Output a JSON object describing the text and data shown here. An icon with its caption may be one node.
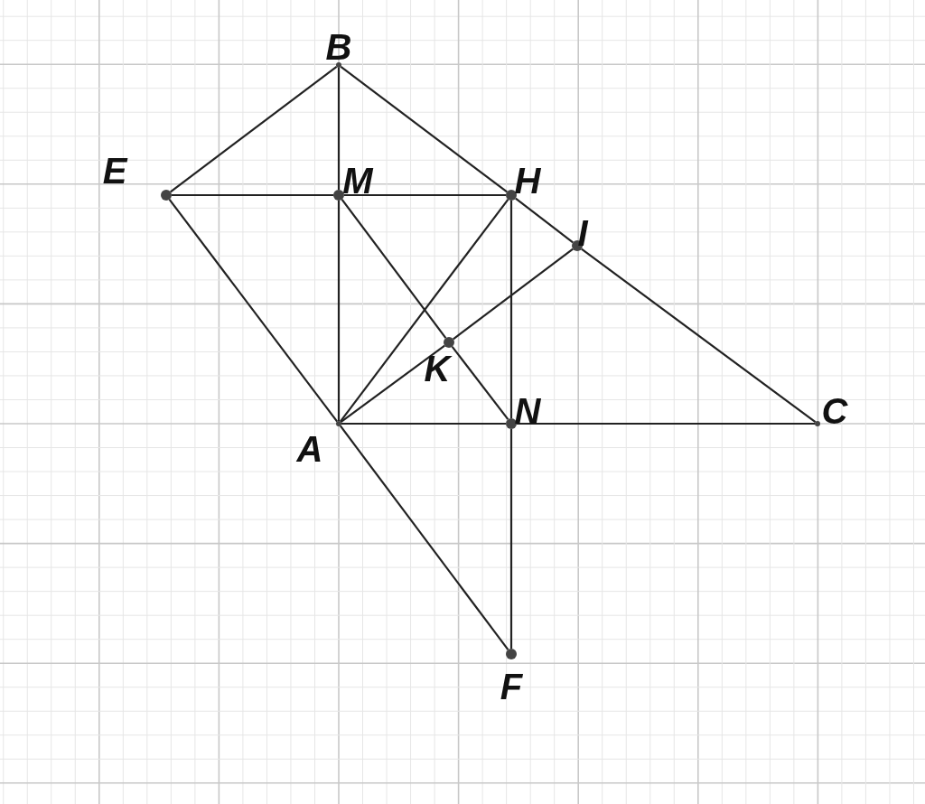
{
  "diagram": {
    "nodes": [
      {
        "text": [
          "B"
        ]
      },
      {
        "text": [
          "E"
        ]
      },
      {
        "text": [
          "M"
        ]
      },
      {
        "text": [
          "H"
        ]
      },
      {
        "text": [
          "I"
        ]
      },
      {
        "text": [
          "K"
        ]
      },
      {
        "text": [
          "A"
        ]
      },
      {
        "text": [
          "N"
        ]
      },
      {
        "text": [
          "C"
        ]
      },
      {
        "text": [
          "F"
        ]
      }
    ],
    "edges": [
      {
        "from": 0,
        "to": 1,
        "arrow": "none"
      },
      {
        "from": 0,
        "to": 3,
        "arrow": "none"
      },
      {
        "from": 3,
        "to": 4,
        "arrow": "none"
      },
      {
        "from": 4,
        "to": 8,
        "arrow": "none"
      },
      {
        "from": 1,
        "to": 2,
        "arrow": "none"
      },
      {
        "from": 2,
        "to": 3,
        "arrow": "none"
      },
      {
        "from": 0,
        "to": 2,
        "arrow": "none"
      },
      {
        "from": 2,
        "to": 6,
        "arrow": "none"
      },
      {
        "from": 1,
        "to": 6,
        "arrow": "none"
      },
      {
        "from": 6,
        "to": 9,
        "arrow": "none"
      },
      {
        "from": 2,
        "to": 5,
        "arrow": "none"
      },
      {
        "from": 5,
        "to": 7,
        "arrow": "none"
      },
      {
        "from": 6,
        "to": 3,
        "arrow": "none"
      },
      {
        "from": 6,
        "to": 5,
        "arrow": "none"
      },
      {
        "from": 5,
        "to": 4,
        "arrow": "none"
      },
      {
        "from": 3,
        "to": 7,
        "arrow": "none"
      },
      {
        "from": 7,
        "to": 9,
        "arrow": "none"
      },
      {
        "from": 6,
        "to": 7,
        "arrow": "none"
      },
      {
        "from": 7,
        "to": 8,
        "arrow": "none"
      }
    ]
  }
}
